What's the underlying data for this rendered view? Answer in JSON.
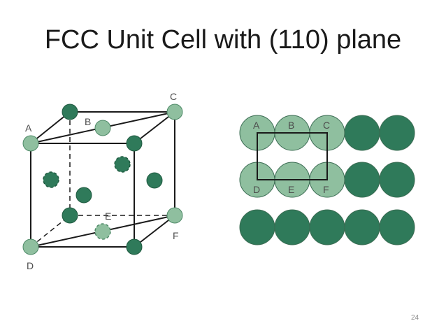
{
  "title": "FCC Unit Cell with (110) plane",
  "page_number": "24",
  "colors": {
    "atom_dark": "#2f7a5a",
    "atom_light": "#8fbf9f",
    "atom_stroke": "#1f5a40",
    "line": "#1a1a1a"
  },
  "cube_labels": {
    "a": "A",
    "b": "B",
    "c": "C",
    "d": "D",
    "e": "E",
    "f": "F"
  },
  "plane_labels": {
    "a": "A",
    "b": "B",
    "c": "C",
    "d": "D",
    "e": "E",
    "f": "F"
  }
}
